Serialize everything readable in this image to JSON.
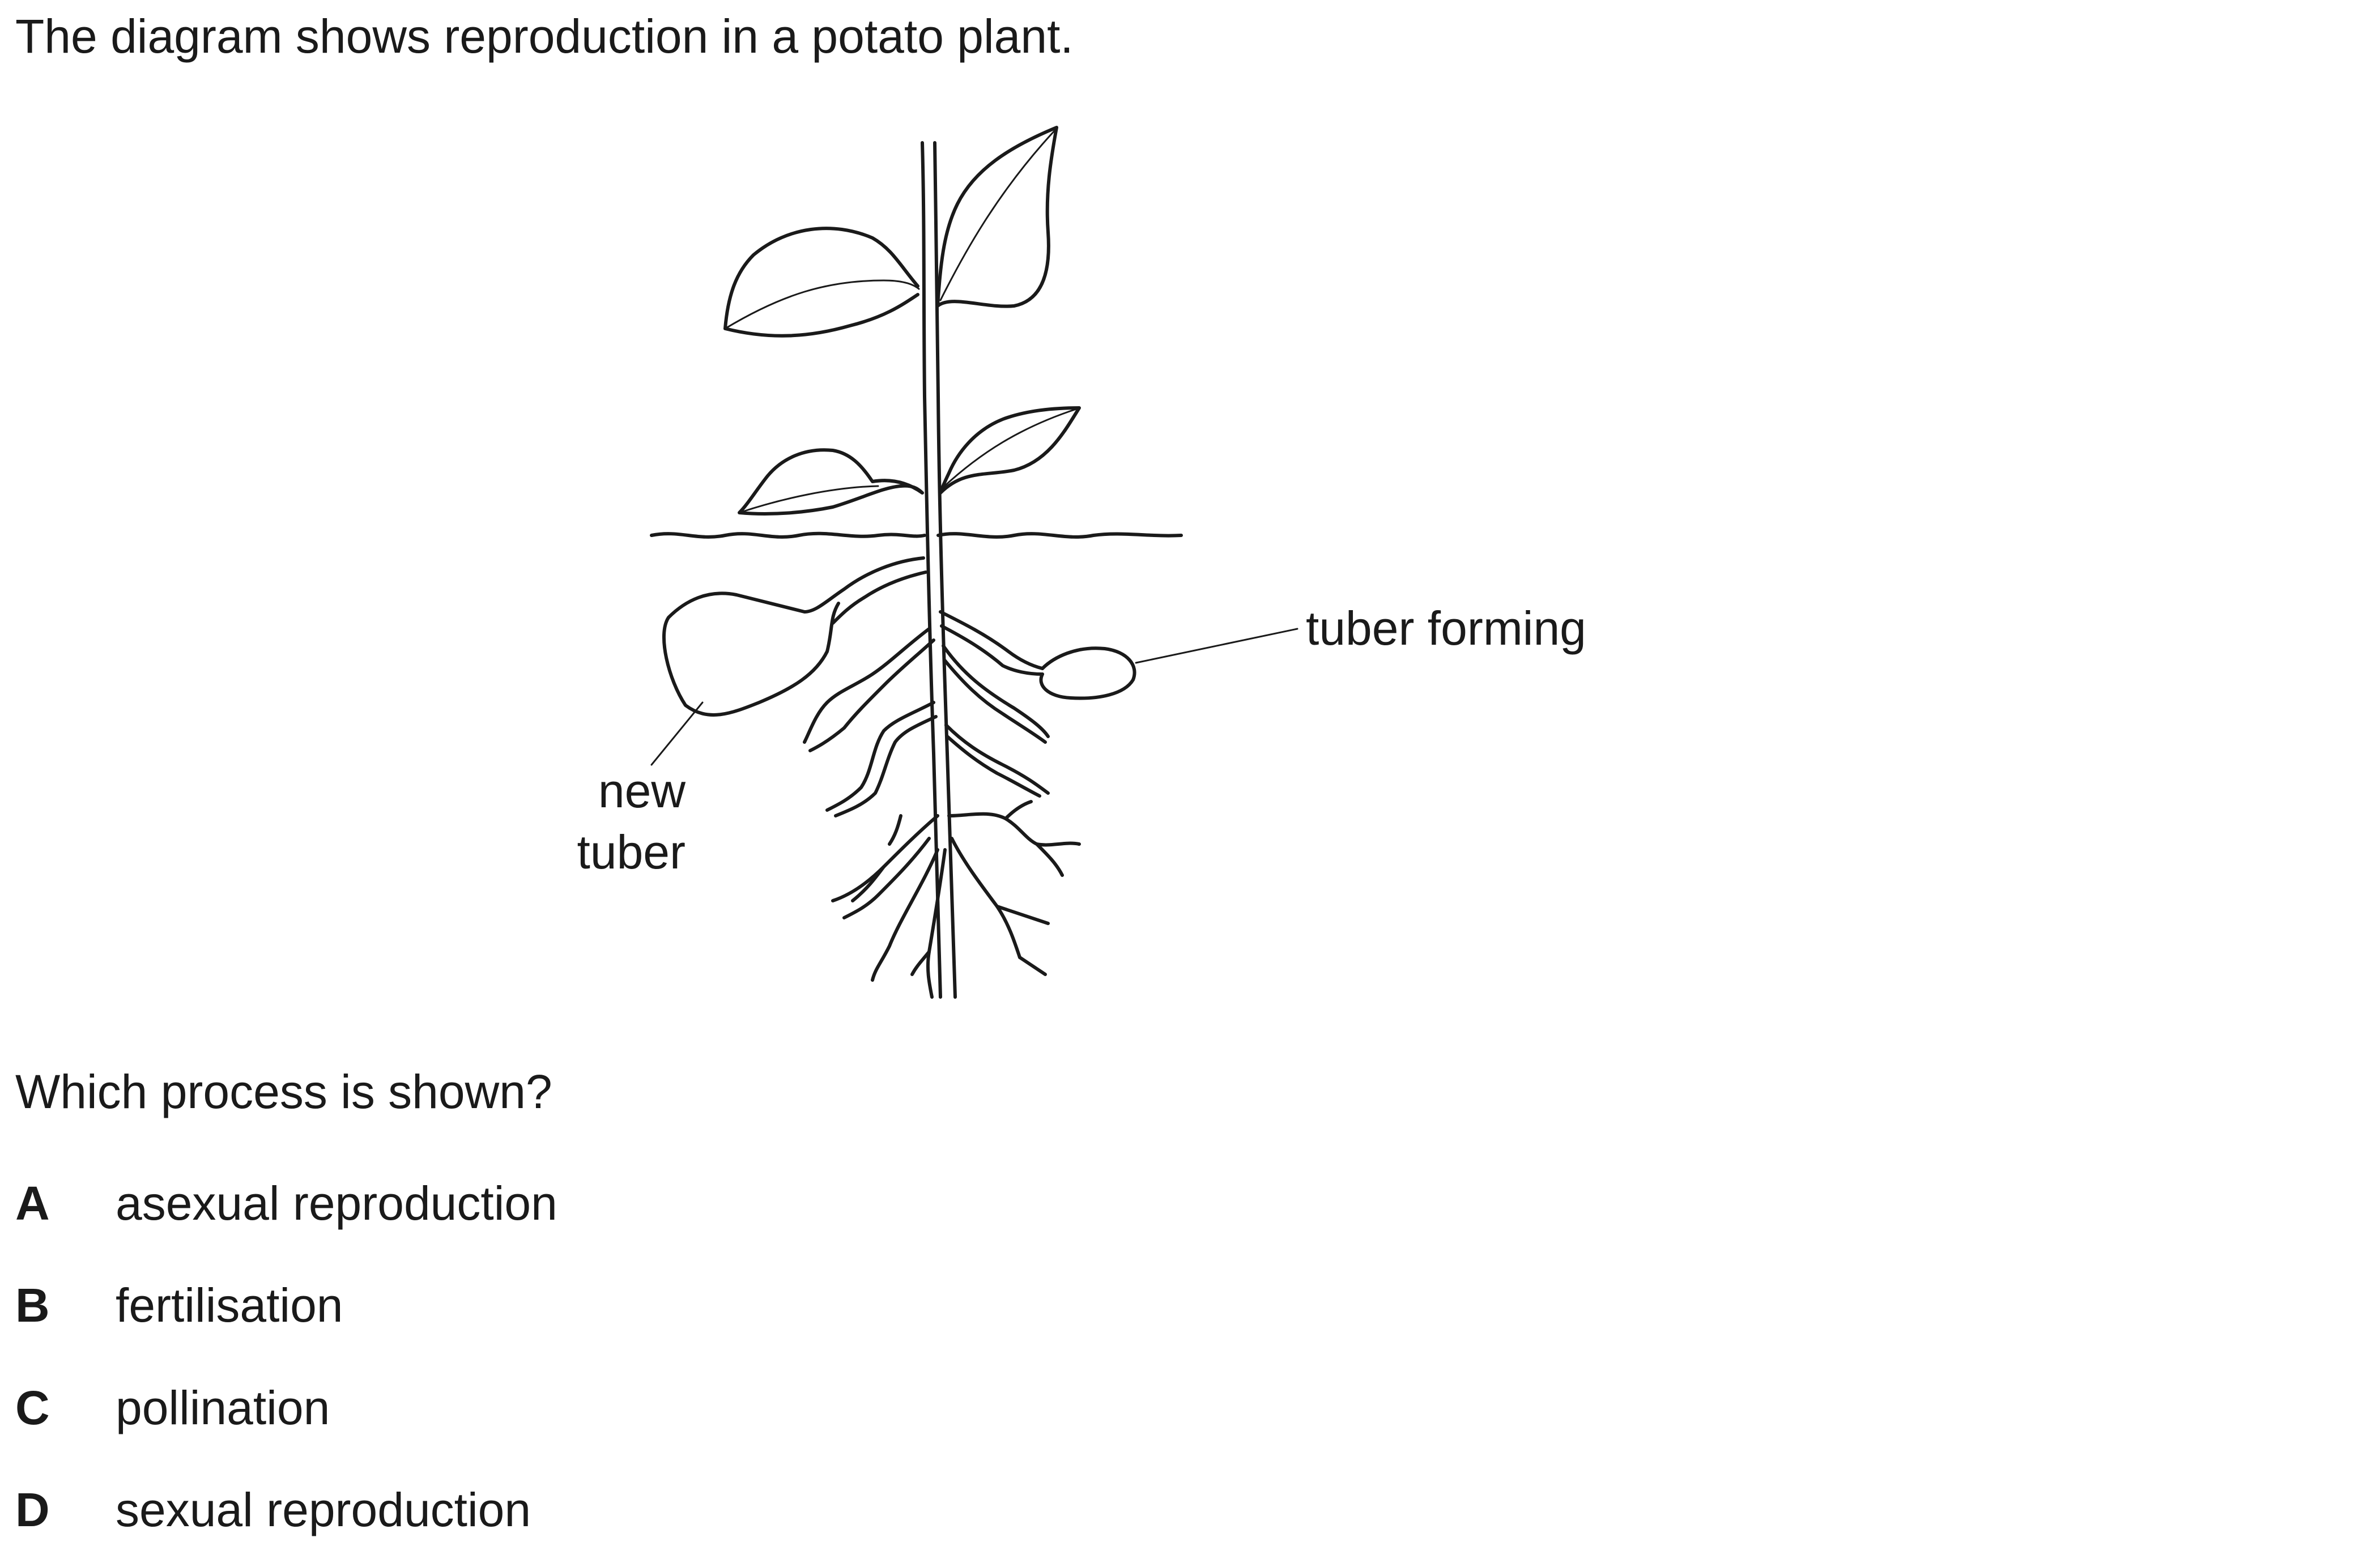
{
  "intro": "The diagram shows reproduction in a potato plant.",
  "diagram": {
    "labels": {
      "tuber_forming": "tuber forming",
      "new_tuber_line1": "new",
      "new_tuber_line2": "tuber"
    }
  },
  "question": "Which process is shown?",
  "options": [
    {
      "letter": "A",
      "text": "asexual reproduction"
    },
    {
      "letter": "B",
      "text": "fertilisation"
    },
    {
      "letter": "C",
      "text": "pollination"
    },
    {
      "letter": "D",
      "text": "sexual reproduction"
    }
  ]
}
